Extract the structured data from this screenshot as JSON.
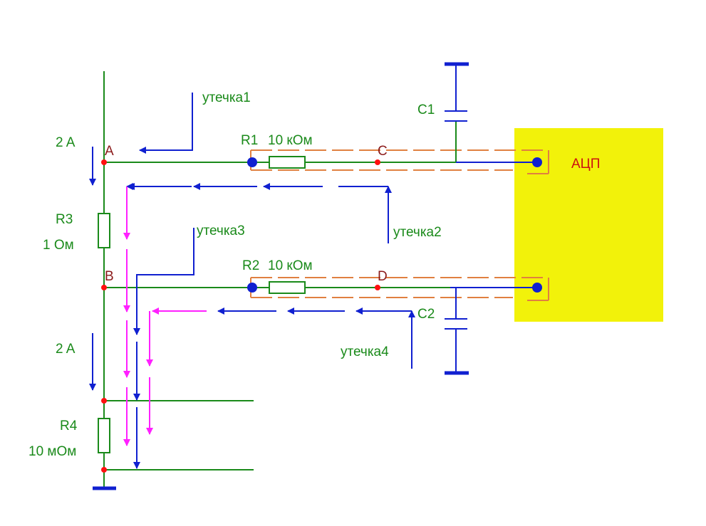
{
  "labels": {
    "current_top": "2 A",
    "current_bottom": "2 A",
    "node_a": "A",
    "node_b": "B",
    "node_c": "C",
    "node_d": "D",
    "r1_name": "R1",
    "r1_value": "10 кОм",
    "r2_name": "R2",
    "r2_value": "10 кОм",
    "r3_name": "R3",
    "r3_value": "1 Ом",
    "r4_name": "R4",
    "r4_value": "10 мОм",
    "c1_name": "C1",
    "c2_name": "C2",
    "leak1": "утечка1",
    "leak2": "утечка2",
    "leak3": "утечка3",
    "leak4": "утечка4",
    "adc": "АЦП"
  },
  "colors": {
    "wire": "#1a8a1a",
    "blue": "#1020d0",
    "magenta": "#ff20ff",
    "shield": "#e08040",
    "node": "#ff1010",
    "adc_fill": "#f2f20a"
  }
}
